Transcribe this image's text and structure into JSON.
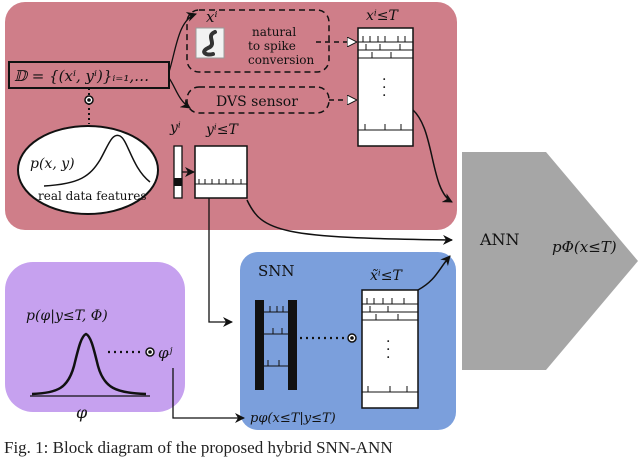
{
  "labels": {
    "dataset": "𝔻 = {(xⁱ, yⁱ)}ᵢ₌₁,…",
    "x_i": "xⁱ",
    "natural_to_spike": [
      "natural",
      "to spike",
      "conversion"
    ],
    "x_leq_T": "xⁱ≤T",
    "dvs_sensor": "DVS sensor",
    "y_i": "yⁱ",
    "y_leq_T": "yⁱ≤T",
    "p_xy": "p(x, y)",
    "real_data_features": "real data features",
    "ann": "ANN",
    "p_Phi": "pΦ(x≤T)",
    "snn": "SNN",
    "x_tilde": "x̃ⁱ≤T",
    "p_phi_cond": "p(φ|y≤T, Φ)",
    "phi_j": "φʲ",
    "phi": "φ",
    "p_phi_x_given_y": "pφ(x≤T|y≤T)"
  },
  "caption": "Fig. 1: Block diagram of the proposed hybrid SNN-ANN",
  "colors": {
    "real_data_region": "#cf7e89",
    "snn_region": "#7b9fdc",
    "prior_region": "#c6a1ef",
    "ann_block": "#a6a6a6"
  }
}
